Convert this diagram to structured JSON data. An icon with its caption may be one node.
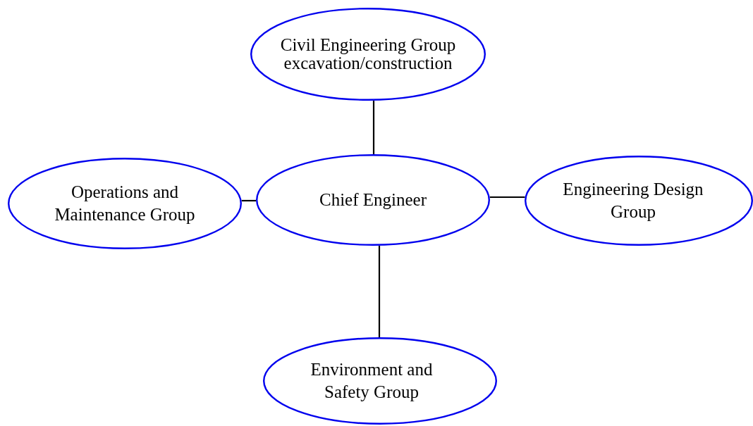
{
  "diagram": {
    "nodes": [
      {
        "text": [
          "Civil Engineering Group",
          "excavation/construction"
        ]
      },
      {
        "text": [
          "Operations and Maintenance Group"
        ]
      },
      {
        "text": [
          "Chief Engineer"
        ]
      },
      {
        "text": [
          "Engineering Design Group"
        ]
      },
      {
        "text": [
          "Environment and Safety Group"
        ]
      }
    ],
    "edges": [
      {
        "from": 2,
        "to": 0,
        "arrow": "none"
      },
      {
        "from": 1,
        "to": 2,
        "arrow": "none"
      },
      {
        "from": 2,
        "to": 3,
        "arrow": "none"
      },
      {
        "from": 2,
        "to": 4,
        "arrow": "none"
      }
    ]
  }
}
